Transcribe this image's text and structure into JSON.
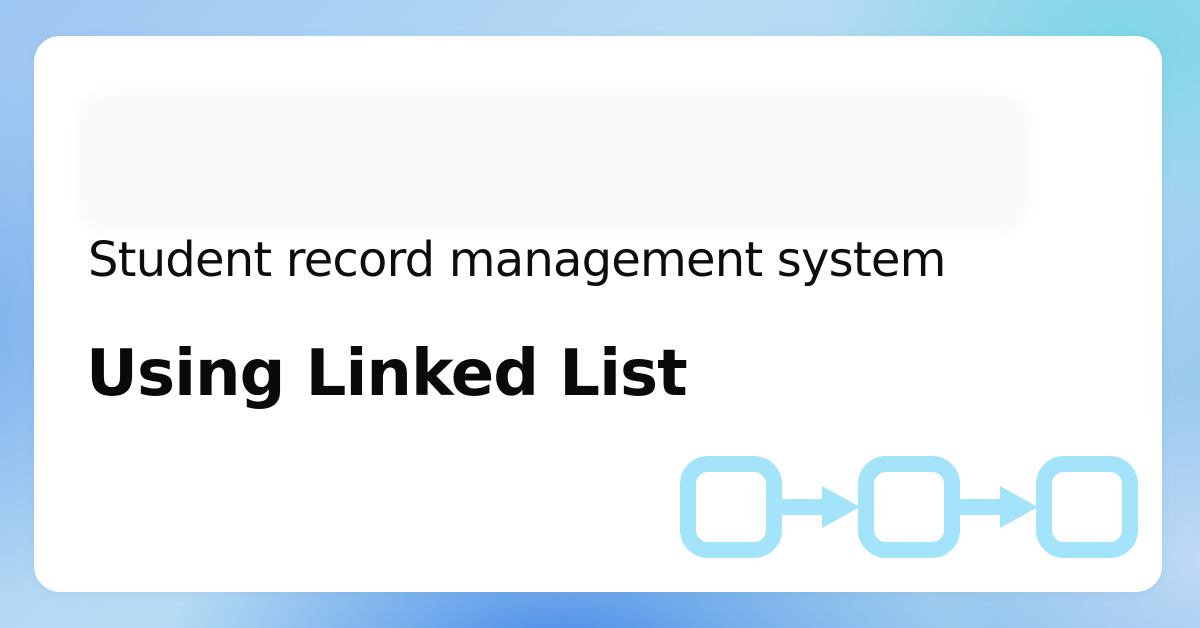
{
  "banner": {
    "title": "Student record management system",
    "subtitle": "Using Linked List"
  },
  "colors": {
    "card_background": "#ffffff",
    "text": "#0d0d0d",
    "diagram_stroke": "#a3e4fb"
  },
  "diagram": {
    "node_count": 3,
    "arrow_count": 2,
    "icon": "linked-list-icon"
  }
}
